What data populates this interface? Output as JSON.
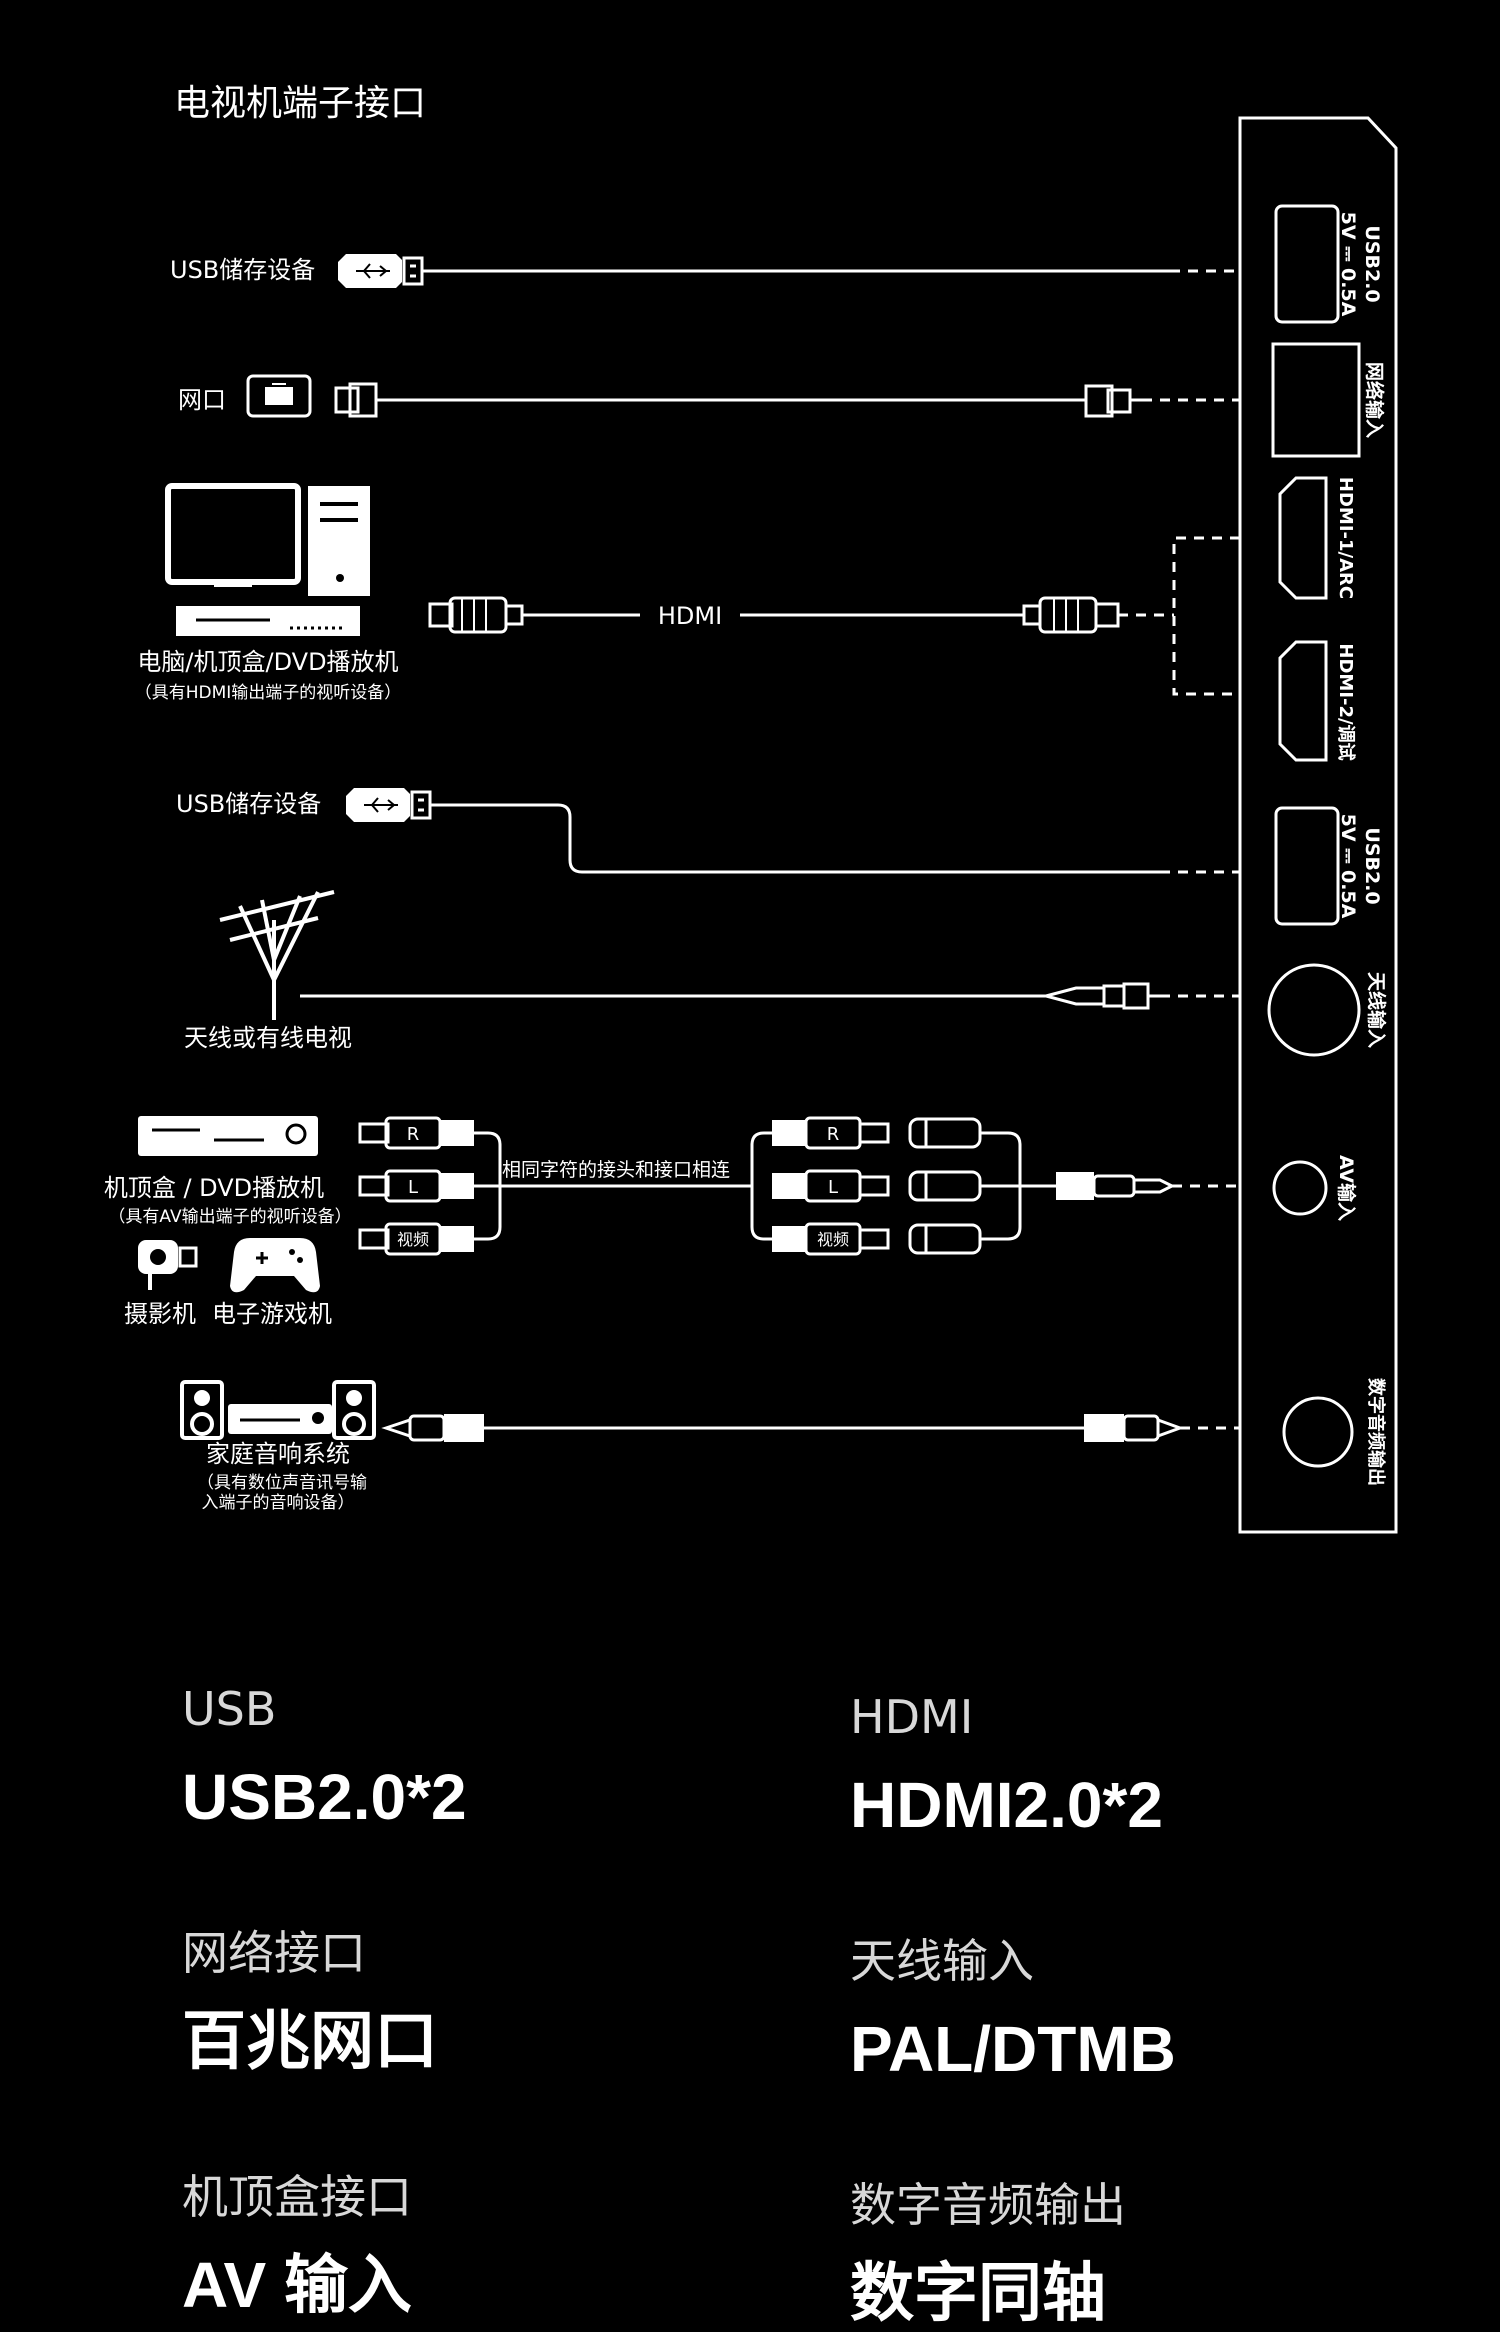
{
  "diagram": {
    "title": "电视机端子接口",
    "devices": {
      "usb_top": "USB储存设备",
      "lan": "网口",
      "pc": "电脑/机顶盒/DVD播放机",
      "pc_note": "（具有HDMI输出端子的视听设备）",
      "usb_mid": "USB储存设备",
      "antenna": "天线或有线电视",
      "av_box": "机顶盒 / DVD播放机",
      "av_note": "（具有AV输出端子的视听设备）",
      "camcorder": "摄影机",
      "game": "电子游戏机",
      "audio": "家庭音响系统",
      "audio_note1": "（具有数位声音讯号输",
      "audio_note2": "入端子的音响设备）"
    },
    "cable_labels": {
      "hdmi": "HDMI",
      "av_note": "相同字符的接头和接口相连",
      "plug_r": "R",
      "plug_l": "L",
      "plug_video": "视频"
    },
    "panel_ports": [
      {
        "line1": "USB2.0",
        "line2": "5V ⎓ 0.5A"
      },
      {
        "line1": "网络输入",
        "line2": ""
      },
      {
        "line1": "HDMI-1/ARC",
        "line2": ""
      },
      {
        "line1": "HDMI-2/调试",
        "line2": ""
      },
      {
        "line1": "USB2.0",
        "line2": "5V ⎓ 0.5A"
      },
      {
        "line1": "天线输入",
        "line2": ""
      },
      {
        "line1": "AV输入",
        "line2": ""
      },
      {
        "line1": "数字音频输出",
        "line2": ""
      }
    ]
  },
  "specs": [
    {
      "label": "USB",
      "value": "USB2.0*2"
    },
    {
      "label": "HDMI",
      "value": "HDMI2.0*2"
    },
    {
      "label": "网络接口",
      "value": "百兆网口"
    },
    {
      "label": "天线输入",
      "value": "PAL/DTMB"
    },
    {
      "label": "机顶盒接口",
      "value": "AV 输入"
    },
    {
      "label": "数字音频输出",
      "value": "数字同轴"
    }
  ]
}
